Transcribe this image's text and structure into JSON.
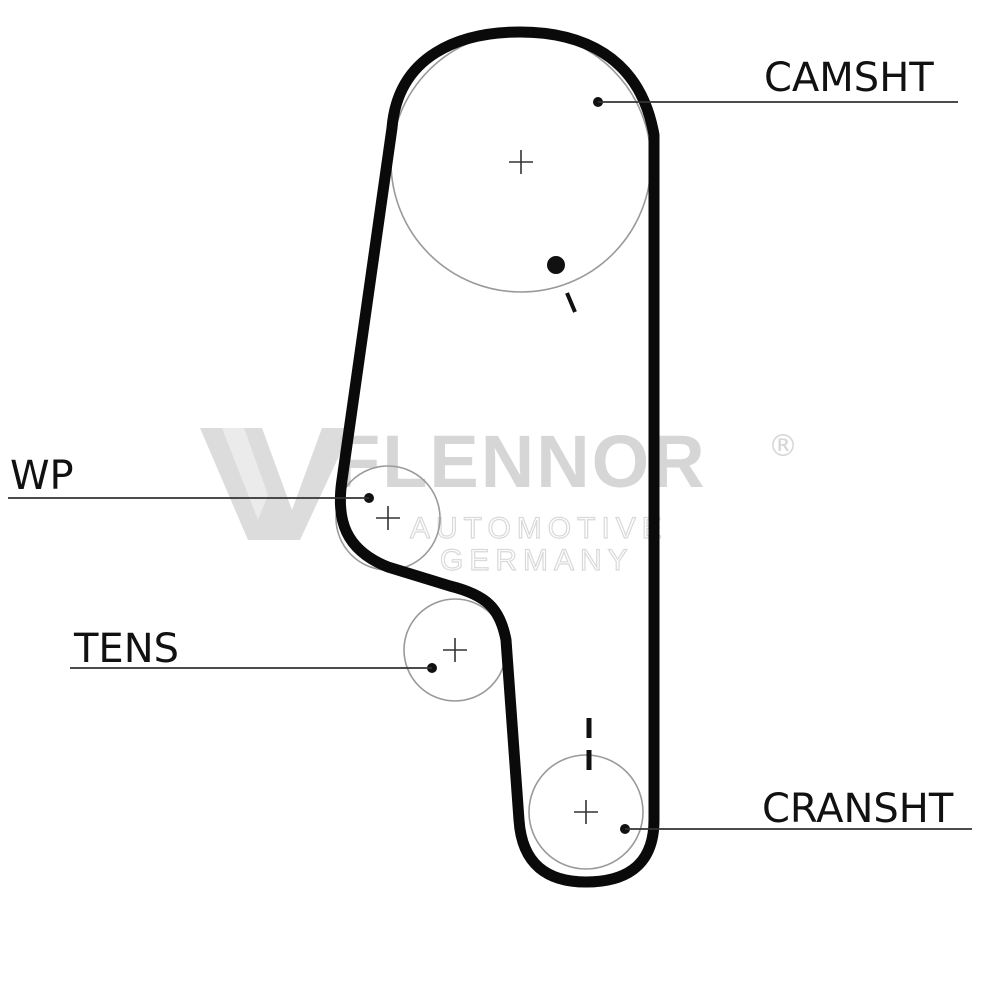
{
  "watermark": {
    "brand": "FLENNOR",
    "registered": "®",
    "line1": "AUTOMOTIVE",
    "line2": "GERMANY"
  },
  "labels": {
    "camshaft": "CAMSHT",
    "water_pump": "WP",
    "tensioner": "TENS",
    "crankshaft": "CRANSHT"
  }
}
